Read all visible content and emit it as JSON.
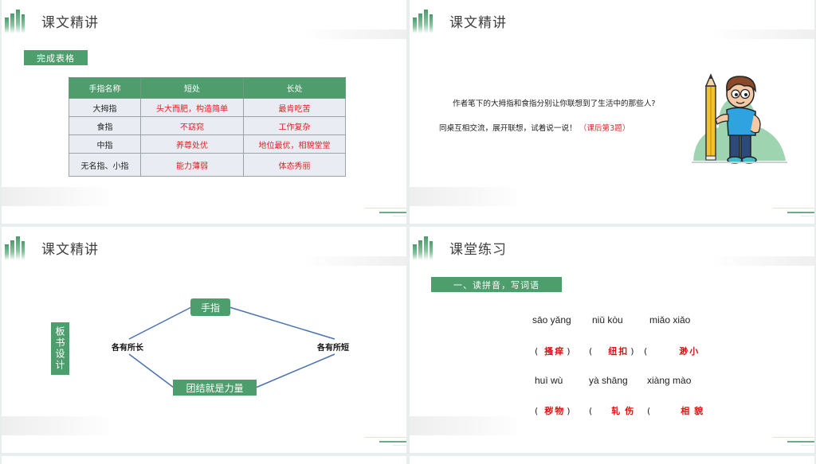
{
  "slides": [
    {
      "title": "课文精讲",
      "tag": "完成表格",
      "table": {
        "headers": [
          "手指名称",
          "短处",
          "长处"
        ],
        "rows": [
          [
            "大拇指",
            "头大而肥，构造简单",
            "最肯吃苦"
          ],
          [
            "食指",
            "不窈窕",
            "工作复杂"
          ],
          [
            "中指",
            "养尊处优",
            "地位最优，相貌堂堂"
          ],
          [
            "无名指、小指",
            "能力薄弱",
            "体态秀丽"
          ]
        ]
      }
    },
    {
      "title": "课文精讲",
      "question": "作者笔下的大拇指和食指分别让你联想到了生活中的那些人?",
      "prompt": "同桌互相交流，展开联想，试着说一说！",
      "note": "（课后第3题）",
      "illustration": "boy-with-pencil-illustration"
    },
    {
      "title": "课文精讲",
      "side_label": "板书设计",
      "diagram": {
        "top": "手指",
        "left": "各有所长",
        "right": "各有所短",
        "bottom": "团结就是力量"
      }
    },
    {
      "title": "课堂练习",
      "section": "一、读拼音，写词语",
      "items": [
        {
          "pinyin": "sāo yǎng",
          "answer": "搔痒"
        },
        {
          "pinyin": "niǔ  kòu",
          "answer": "纽扣"
        },
        {
          "pinyin": "miǎo  xiǎo",
          "answer": "渺小"
        },
        {
          "pinyin": "huì wù",
          "answer": "秽物"
        },
        {
          "pinyin": "yà  shāng",
          "answer": "轧伤"
        },
        {
          "pinyin": "xiàng  mào",
          "answer": "相貌"
        }
      ],
      "paren_open": "(",
      "paren_close": ")"
    }
  ],
  "colors": {
    "accent_green": "#4e9e6d",
    "answer_red": "#e01010",
    "table_row_bg": "#e9edf3",
    "diagram_line": "#4a72b0",
    "background": "#e8eded"
  }
}
